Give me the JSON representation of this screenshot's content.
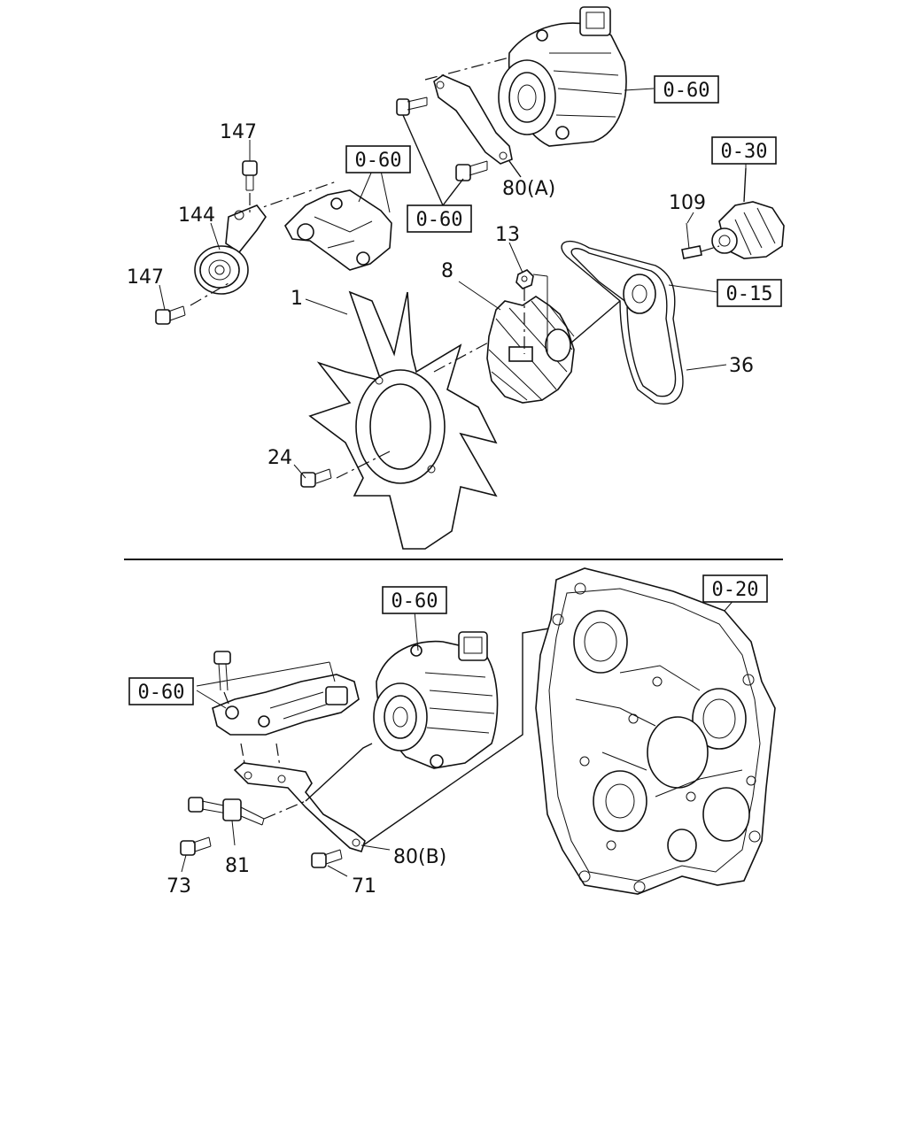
{
  "top": {
    "callouts": {
      "p147a": "147",
      "p144": "144",
      "p147b": "147",
      "p1": "1",
      "p24": "24",
      "p8": "8",
      "p13": "13",
      "p109": "109",
      "p36": "36",
      "p80a": "80(A)"
    },
    "refs": {
      "alt": "0-60",
      "bracket": "0-60",
      "bolts": "0-60",
      "pump": "0-30",
      "belt": "0-15"
    }
  },
  "bottom": {
    "callouts": {
      "p73": "73",
      "p81": "81",
      "p71": "71",
      "p80b": "80(B)"
    },
    "refs": {
      "alt": "0-60",
      "bracket": "0-60",
      "cover": "0-20"
    }
  }
}
